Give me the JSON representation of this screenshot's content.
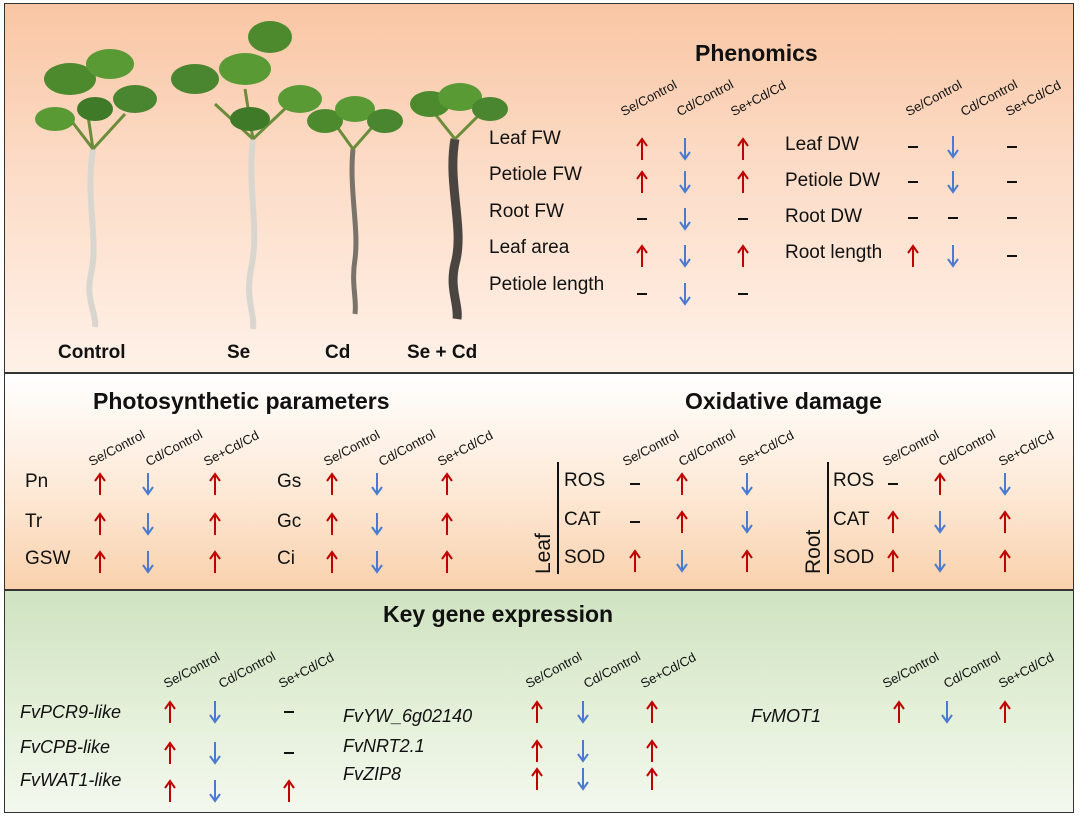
{
  "colors": {
    "up": "#c00000",
    "down": "#4a7bd0",
    "dash": "#111111"
  },
  "phenomics": {
    "title": "Phenomics",
    "plants": [
      "Control",
      "Se",
      "Cd",
      "Se + Cd"
    ],
    "headers": [
      "Se/Control",
      "Cd/Control",
      "Se+Cd/Cd"
    ],
    "fresh": [
      {
        "label": "Leaf FW",
        "marks": [
          "up",
          "down",
          "up"
        ]
      },
      {
        "label": "Petiole FW",
        "marks": [
          "up",
          "down",
          "up"
        ]
      },
      {
        "label": "Root FW",
        "marks": [
          "dash",
          "down",
          "dash"
        ]
      },
      {
        "label": "Leaf area",
        "marks": [
          "up",
          "down",
          "up"
        ]
      },
      {
        "label": "Petiole length",
        "marks": [
          "dash",
          "down",
          "dash"
        ]
      }
    ],
    "dry": [
      {
        "label": "Leaf DW",
        "marks": [
          "dash",
          "down",
          "dash"
        ]
      },
      {
        "label": "Petiole DW",
        "marks": [
          "dash",
          "down",
          "dash"
        ]
      },
      {
        "label": "Root DW",
        "marks": [
          "dash",
          "dash",
          "dash"
        ]
      },
      {
        "label": "Root length",
        "marks": [
          "up",
          "down",
          "dash"
        ]
      }
    ]
  },
  "photosynthetic": {
    "title": "Photosynthetic parameters",
    "headers1": [
      "Se/Control",
      "Cd/Control",
      "Se+Cd/Cd"
    ],
    "headers2": [
      "Se/Control",
      "Cd/Control",
      "Se+Cd/Cd"
    ],
    "left": [
      {
        "label": "Pn",
        "marks": [
          "up",
          "down",
          "up"
        ]
      },
      {
        "label": "Tr",
        "marks": [
          "up",
          "down",
          "up"
        ]
      },
      {
        "label": "GSW",
        "marks": [
          "up",
          "down",
          "up"
        ]
      }
    ],
    "right": [
      {
        "label": "Gs",
        "marks": [
          "up",
          "down",
          "up"
        ]
      },
      {
        "label": "Gc",
        "marks": [
          "up",
          "down",
          "up"
        ]
      },
      {
        "label": "Ci",
        "marks": [
          "up",
          "down",
          "up"
        ]
      }
    ]
  },
  "oxidative": {
    "title": "Oxidative damage",
    "leaf_label": "Leaf",
    "root_label": "Root",
    "headers_leaf": [
      "Se/Control",
      "Cd/Control",
      "Se+Cd/Cd"
    ],
    "headers_root": [
      "Se/Control",
      "Cd/Control",
      "Se+Cd/Cd"
    ],
    "leaf": [
      {
        "label": "ROS",
        "marks": [
          "dash",
          "up",
          "down"
        ]
      },
      {
        "label": "CAT",
        "marks": [
          "dash",
          "up",
          "down"
        ]
      },
      {
        "label": "SOD",
        "marks": [
          "up",
          "down",
          "up"
        ]
      }
    ],
    "root": [
      {
        "label": "ROS",
        "marks": [
          "dash",
          "up",
          "down"
        ]
      },
      {
        "label": "CAT",
        "marks": [
          "up",
          "down",
          "up"
        ]
      },
      {
        "label": "SOD",
        "marks": [
          "up",
          "down",
          "up"
        ]
      }
    ]
  },
  "genes": {
    "title": "Key gene expression",
    "headers1": [
      "Se/Control",
      "Cd/Control",
      "Se+Cd/Cd"
    ],
    "headers2": [
      "Se/Control",
      "Cd/Control",
      "Se+Cd/Cd"
    ],
    "headers3": [
      "Se/Control",
      "Cd/Control",
      "Se+Cd/Cd"
    ],
    "group1": [
      {
        "label": "FvPCR9-like",
        "marks": [
          "up",
          "down",
          "dash"
        ]
      },
      {
        "label": "FvCPB-like",
        "marks": [
          "up",
          "down",
          "dash"
        ]
      },
      {
        "label": "FvWAT1-like",
        "marks": [
          "up",
          "down",
          "up"
        ]
      }
    ],
    "group2": [
      {
        "label": "FvYW_6g02140",
        "marks": [
          "up",
          "down",
          "up"
        ]
      },
      {
        "label": "FvNRT2.1",
        "marks": [
          "up",
          "down",
          "up"
        ]
      },
      {
        "label": "FvZIP8",
        "marks": [
          "up",
          "down",
          "up"
        ]
      }
    ],
    "group3": [
      {
        "label": "FvMOT1",
        "marks": [
          "up",
          "down",
          "up"
        ]
      }
    ]
  }
}
